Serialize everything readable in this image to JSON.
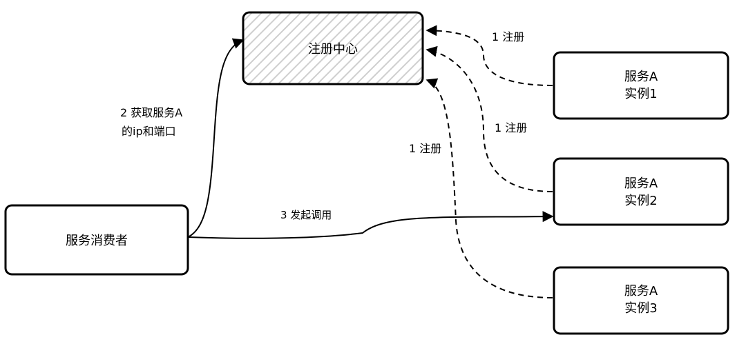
{
  "nodes": {
    "registry": {
      "label": "注册中心"
    },
    "consumer": {
      "label": "服务消费者"
    },
    "instance1": {
      "line1": "服务A",
      "line2": "实例1"
    },
    "instance2": {
      "line1": "服务A",
      "line2": "实例2"
    },
    "instance3": {
      "line1": "服务A",
      "line2": "实例3"
    }
  },
  "edges": {
    "register_1": "1 注册",
    "register_2": "1 注册",
    "register_3": "1 注册",
    "fetch_line1": "2 获取服务A",
    "fetch_line2": "的ip和端口",
    "invoke": "3 发起调用"
  },
  "colors": {
    "stroke": "#000000",
    "hatch": "#cfcfcf",
    "background": "#ffffff"
  }
}
